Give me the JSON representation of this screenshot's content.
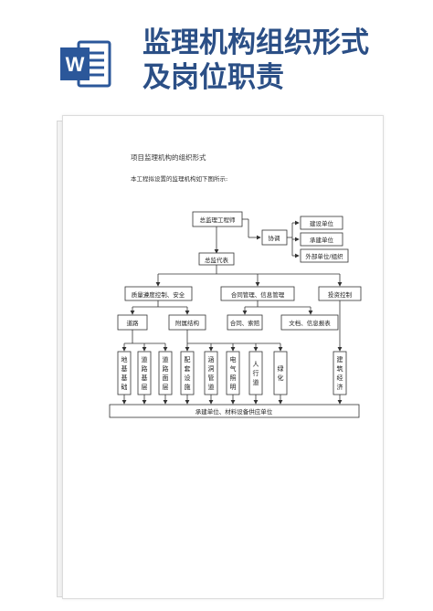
{
  "header": {
    "app_icon": "word-document-icon",
    "app_icon_letter": "W",
    "title_line1": "监理机构组织形式",
    "title_line2": "及岗位职责",
    "brand_color": "#2b4f86"
  },
  "document": {
    "section_title": "项目监理机构的组织形式",
    "intro": "本工程拟设置的监理机构如下图所示:"
  },
  "org_chart": {
    "chief": "总监理工程师",
    "coordination": "协调",
    "partners": [
      "建设单位",
      "承建单位",
      "外部单位/组织"
    ],
    "deputy": "总监代表",
    "departments": [
      "质量遵度控制、安全",
      "合同管理、信息管理",
      "投资控制"
    ],
    "sub_units": [
      "道路",
      "附属结构",
      "合同、索赔",
      "文档、信息报表"
    ],
    "leaves": [
      "地基基础",
      "道路基层",
      "道路面层",
      "配套设施",
      "涵洞管道",
      "电气照明",
      "人行道",
      "绿化",
      "建筑经济"
    ],
    "bottom": "承建单位、材料设备供应单位"
  }
}
